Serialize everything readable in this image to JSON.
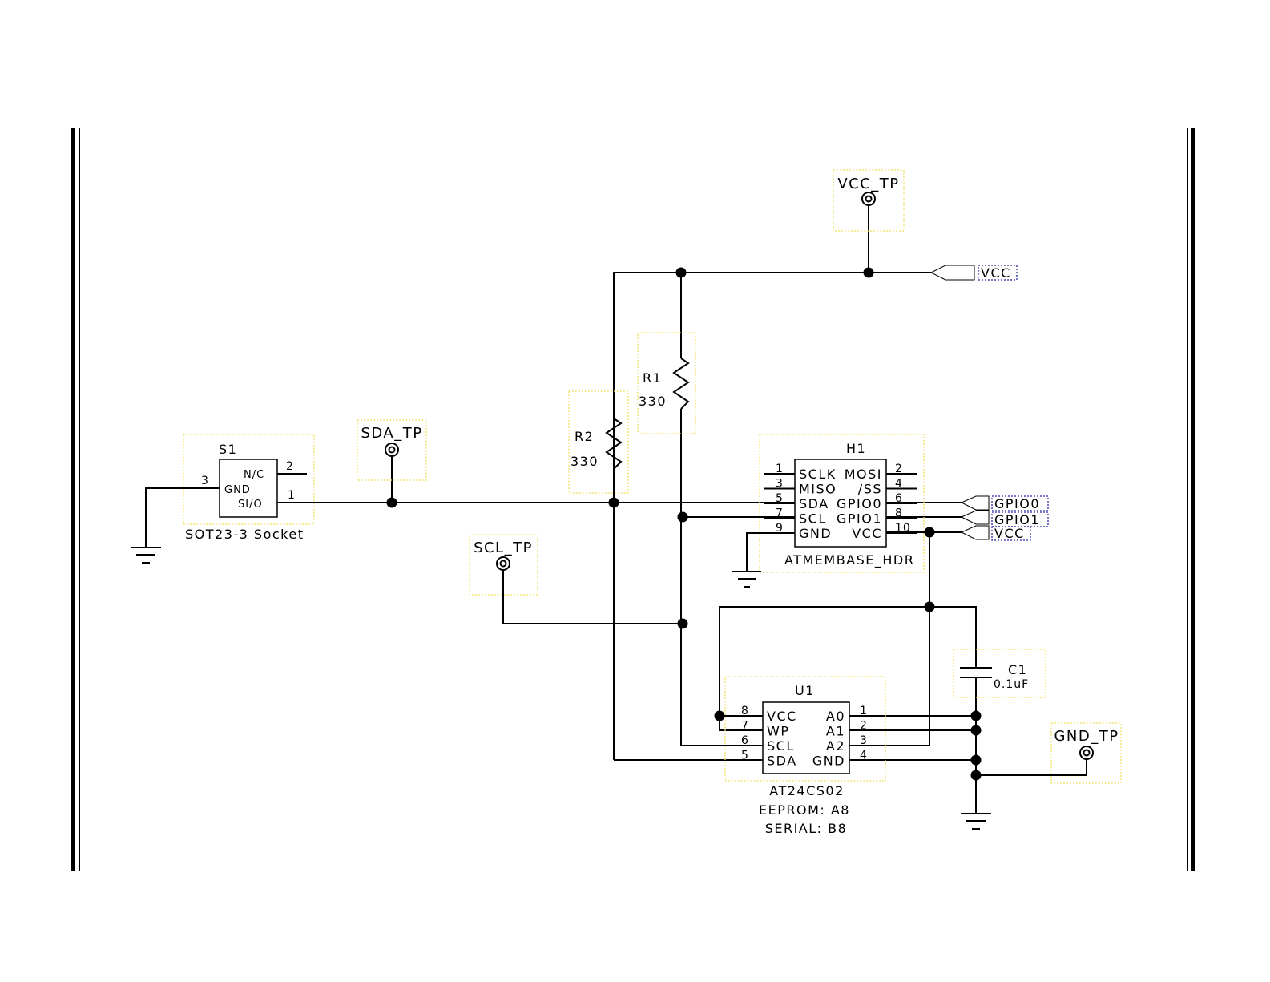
{
  "test_points": {
    "vcc_tp": "VCC_TP",
    "sda_tp": "SDA_TP",
    "scl_tp": "SCL_TP",
    "gnd_tp": "GND_TP"
  },
  "ports": {
    "vcc_top": "VCC",
    "gpio0": "GPIO0",
    "gpio1": "GPIO1",
    "vcc_hdr": "VCC"
  },
  "r1": {
    "ref": "R1",
    "value": "330"
  },
  "r2": {
    "ref": "R2",
    "value": "330"
  },
  "c1": {
    "ref": "C1",
    "value": "0.1uF"
  },
  "s1": {
    "ref": "S1",
    "footprint": "SOT23-3 Socket",
    "pins": {
      "nc": "N/C",
      "gnd": "GND",
      "sio": "SI/O",
      "p1": "1",
      "p2": "2",
      "p3": "3"
    }
  },
  "h1": {
    "ref": "H1",
    "name": "ATMEMBASE_HDR",
    "rows": [
      {
        "ln": "1",
        "left": "SCLK",
        "right": "MOSI",
        "rn": "2"
      },
      {
        "ln": "3",
        "left": "MISO",
        "right": "/SS",
        "rn": "4"
      },
      {
        "ln": "5",
        "left": "SDA",
        "right": "GPIO0",
        "rn": "6"
      },
      {
        "ln": "7",
        "left": "SCL",
        "right": "GPIO1",
        "rn": "8"
      },
      {
        "ln": "9",
        "left": "GND",
        "right": "VCC",
        "rn": "10"
      }
    ]
  },
  "u1": {
    "ref": "U1",
    "part": "AT24CS02",
    "note1": "EEPROM: A8",
    "note2": "SERIAL:  B8",
    "rows": [
      {
        "ln": "8",
        "left": "VCC",
        "right": "A0",
        "rn": "1"
      },
      {
        "ln": "7",
        "left": "WP",
        "right": "A1",
        "rn": "2"
      },
      {
        "ln": "6",
        "left": "SCL",
        "right": "A2",
        "rn": "3"
      },
      {
        "ln": "5",
        "left": "SDA",
        "right": "GND",
        "rn": "4"
      }
    ]
  }
}
